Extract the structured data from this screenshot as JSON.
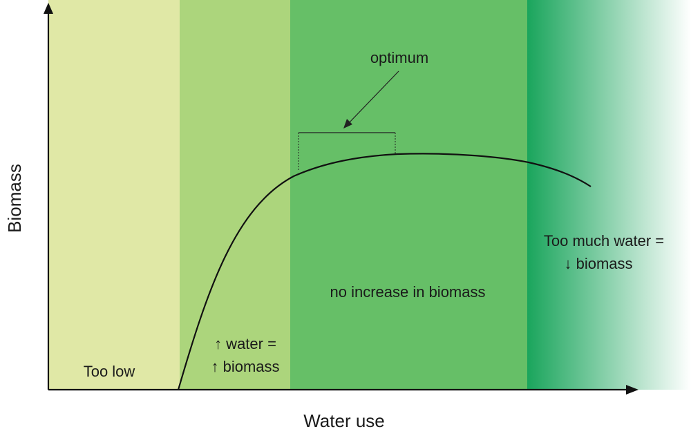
{
  "axes": {
    "x_label": "Water use",
    "y_label": "Biomass"
  },
  "zones": [
    {
      "id": "too-low",
      "color": "#e0e8a6"
    },
    {
      "id": "increasing",
      "color": "#acd57c"
    },
    {
      "id": "plateau",
      "color": "#66bf67"
    },
    {
      "id": "too-much",
      "color": "#1aa55c",
      "fade_to": "#ffffff"
    }
  ],
  "labels": {
    "too_low": "Too low",
    "water_up_line1": "↑ water =",
    "water_up_line2": "↑ biomass",
    "no_increase": "no increase in biomass",
    "too_much_line1": "Too much water =",
    "too_much_line2": "↓ biomass",
    "optimum": "optimum"
  }
}
